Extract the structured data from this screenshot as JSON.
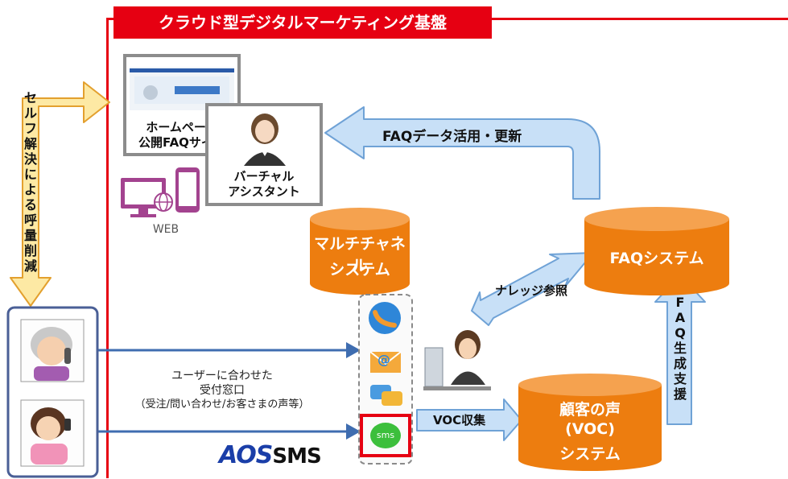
{
  "platform": {
    "title": "クラウド型デジタルマーケティング基盤"
  },
  "left_arrow": {
    "label": [
      "セ",
      "ル",
      "フ",
      "解",
      "決",
      "に",
      "よ",
      "る",
      "呼",
      "量",
      "削",
      "減"
    ]
  },
  "homepage_card": {
    "label_line1": "ホームページ",
    "label_line2": "公開FAQサイト"
  },
  "assistant_card": {
    "label_line1": "バーチャル",
    "label_line2": "アシスタント"
  },
  "web_label": "WEB",
  "faq_update_arrow": {
    "label": "FAQデータ活用・更新"
  },
  "multichannel": {
    "line1": "マルチチャネル",
    "line2": "システム"
  },
  "faq_system": {
    "label": "FAQシステム"
  },
  "knowledge_label": "ナレッジ参照",
  "faq_generation": {
    "label": [
      "F",
      "A",
      "Q",
      "生",
      "成",
      "支",
      "援"
    ]
  },
  "voc_system": {
    "line1": "顧客の声",
    "line2": "(VOC)",
    "line3": "システム"
  },
  "voc_collect": {
    "label": "VOC収集"
  },
  "channel_desc": {
    "line1": "ユーザーに合わせた",
    "line2": "受付窓口",
    "line3": "（受注/問い合わせ/お客さまの声等）"
  },
  "sms_icon": {
    "label": "sms"
  },
  "brand": {
    "aos": "AOS",
    "sms": "SMS"
  },
  "colors": {
    "red": "#e60012",
    "orange": "#ed7d0f",
    "arrow_blue": "#c8e0f7",
    "arrow_blue_border": "#6fa2d6",
    "line_blue": "#3f6db0",
    "magenta": "#a3438f",
    "yellow_arrow": "#fde9a4"
  }
}
